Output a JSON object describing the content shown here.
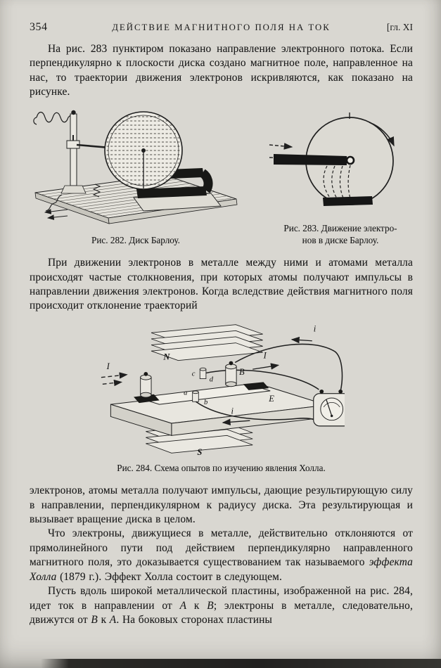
{
  "colors": {
    "page_background": "#d9d7d1",
    "ink": "#1a1a1a"
  },
  "header": {
    "page_number": "354",
    "running_title": "ДЕЙСТВИЕ МАГНИТНОГО ПОЛЯ НА ТОК",
    "chapter": "[гл. XI"
  },
  "body": {
    "p1": "На рис. 283 пунктиром показано направление электронного потока. Если перпендикулярно к плоскости диска создано магнитное поле, направленное на нас, то траектории движения электронов искривляются, как показано на рисунке.",
    "p2": "При движении электронов в металле между ними и атомами металла происходят частые столкновения, при которых атомы получают импульсы в направлении движения электронов. Когда вследствие действия магнитного поля происходит отклонение траекторий",
    "p3": "электронов, атомы металла получают импульсы, дающие результирующую силу в направлении, перпендикулярном к радиусу диска. Эта результирующая и вызывает вращение диска в целом.",
    "p4_a": "Что электроны, движущиеся в металле, действительно отклоняются от прямолинейного пути под действием перпендикулярно направленного магнитного поля, это доказывается существованием так называемого ",
    "p4_em": "эффекта Холла",
    "p4_b": " (1879 г.). Эффект Холла состоит в следующем.",
    "p5_a": "Пусть вдоль широкой металлической пластины, изображенной на рис. 284, идет ток в направлении от ",
    "p5_var1": "A",
    "p5_b": " к ",
    "p5_var2": "B",
    "p5_c": "; электроны в металле, следовательно, движутся от ",
    "p5_var3": "B",
    "p5_d": " к ",
    "p5_var4": "A",
    "p5_e": ". На боковых сторонах пластины"
  },
  "figures": {
    "fig282": {
      "caption": "Рис. 282. Диск Барлоу."
    },
    "fig283": {
      "caption_line1": "Рис. 283. Движение электро-",
      "caption_line2": "нов в диске Барлоу."
    },
    "fig284": {
      "caption": "Рис. 284. Схема опытов по изучению явления Холла.",
      "labels": {
        "pole_n": "N",
        "pole_s": "S",
        "current_left": "I",
        "current_right": "I",
        "current_top": "i",
        "current_bottom": "i",
        "terminal_b": "B",
        "point_a": "a",
        "point_b": "b",
        "point_c": "c",
        "point_d": "d",
        "plate_e": "E"
      }
    }
  }
}
